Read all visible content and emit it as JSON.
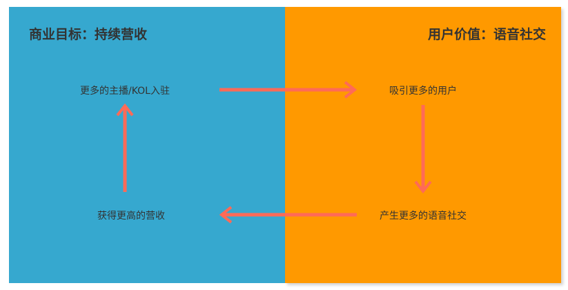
{
  "left_panel": {
    "title": "商业目标：持续营收",
    "color": "#36a8cf"
  },
  "right_panel": {
    "title": "用户价值：语音社交",
    "color": "#ff9900"
  },
  "nodes": {
    "more_hosts": "更多的主播/KOL入驻",
    "attract_users": "吸引更多的用户",
    "more_social": "产生更多的语音社交",
    "more_revenue": "获得更高的营收"
  },
  "arrow_color": "#ff6a57"
}
